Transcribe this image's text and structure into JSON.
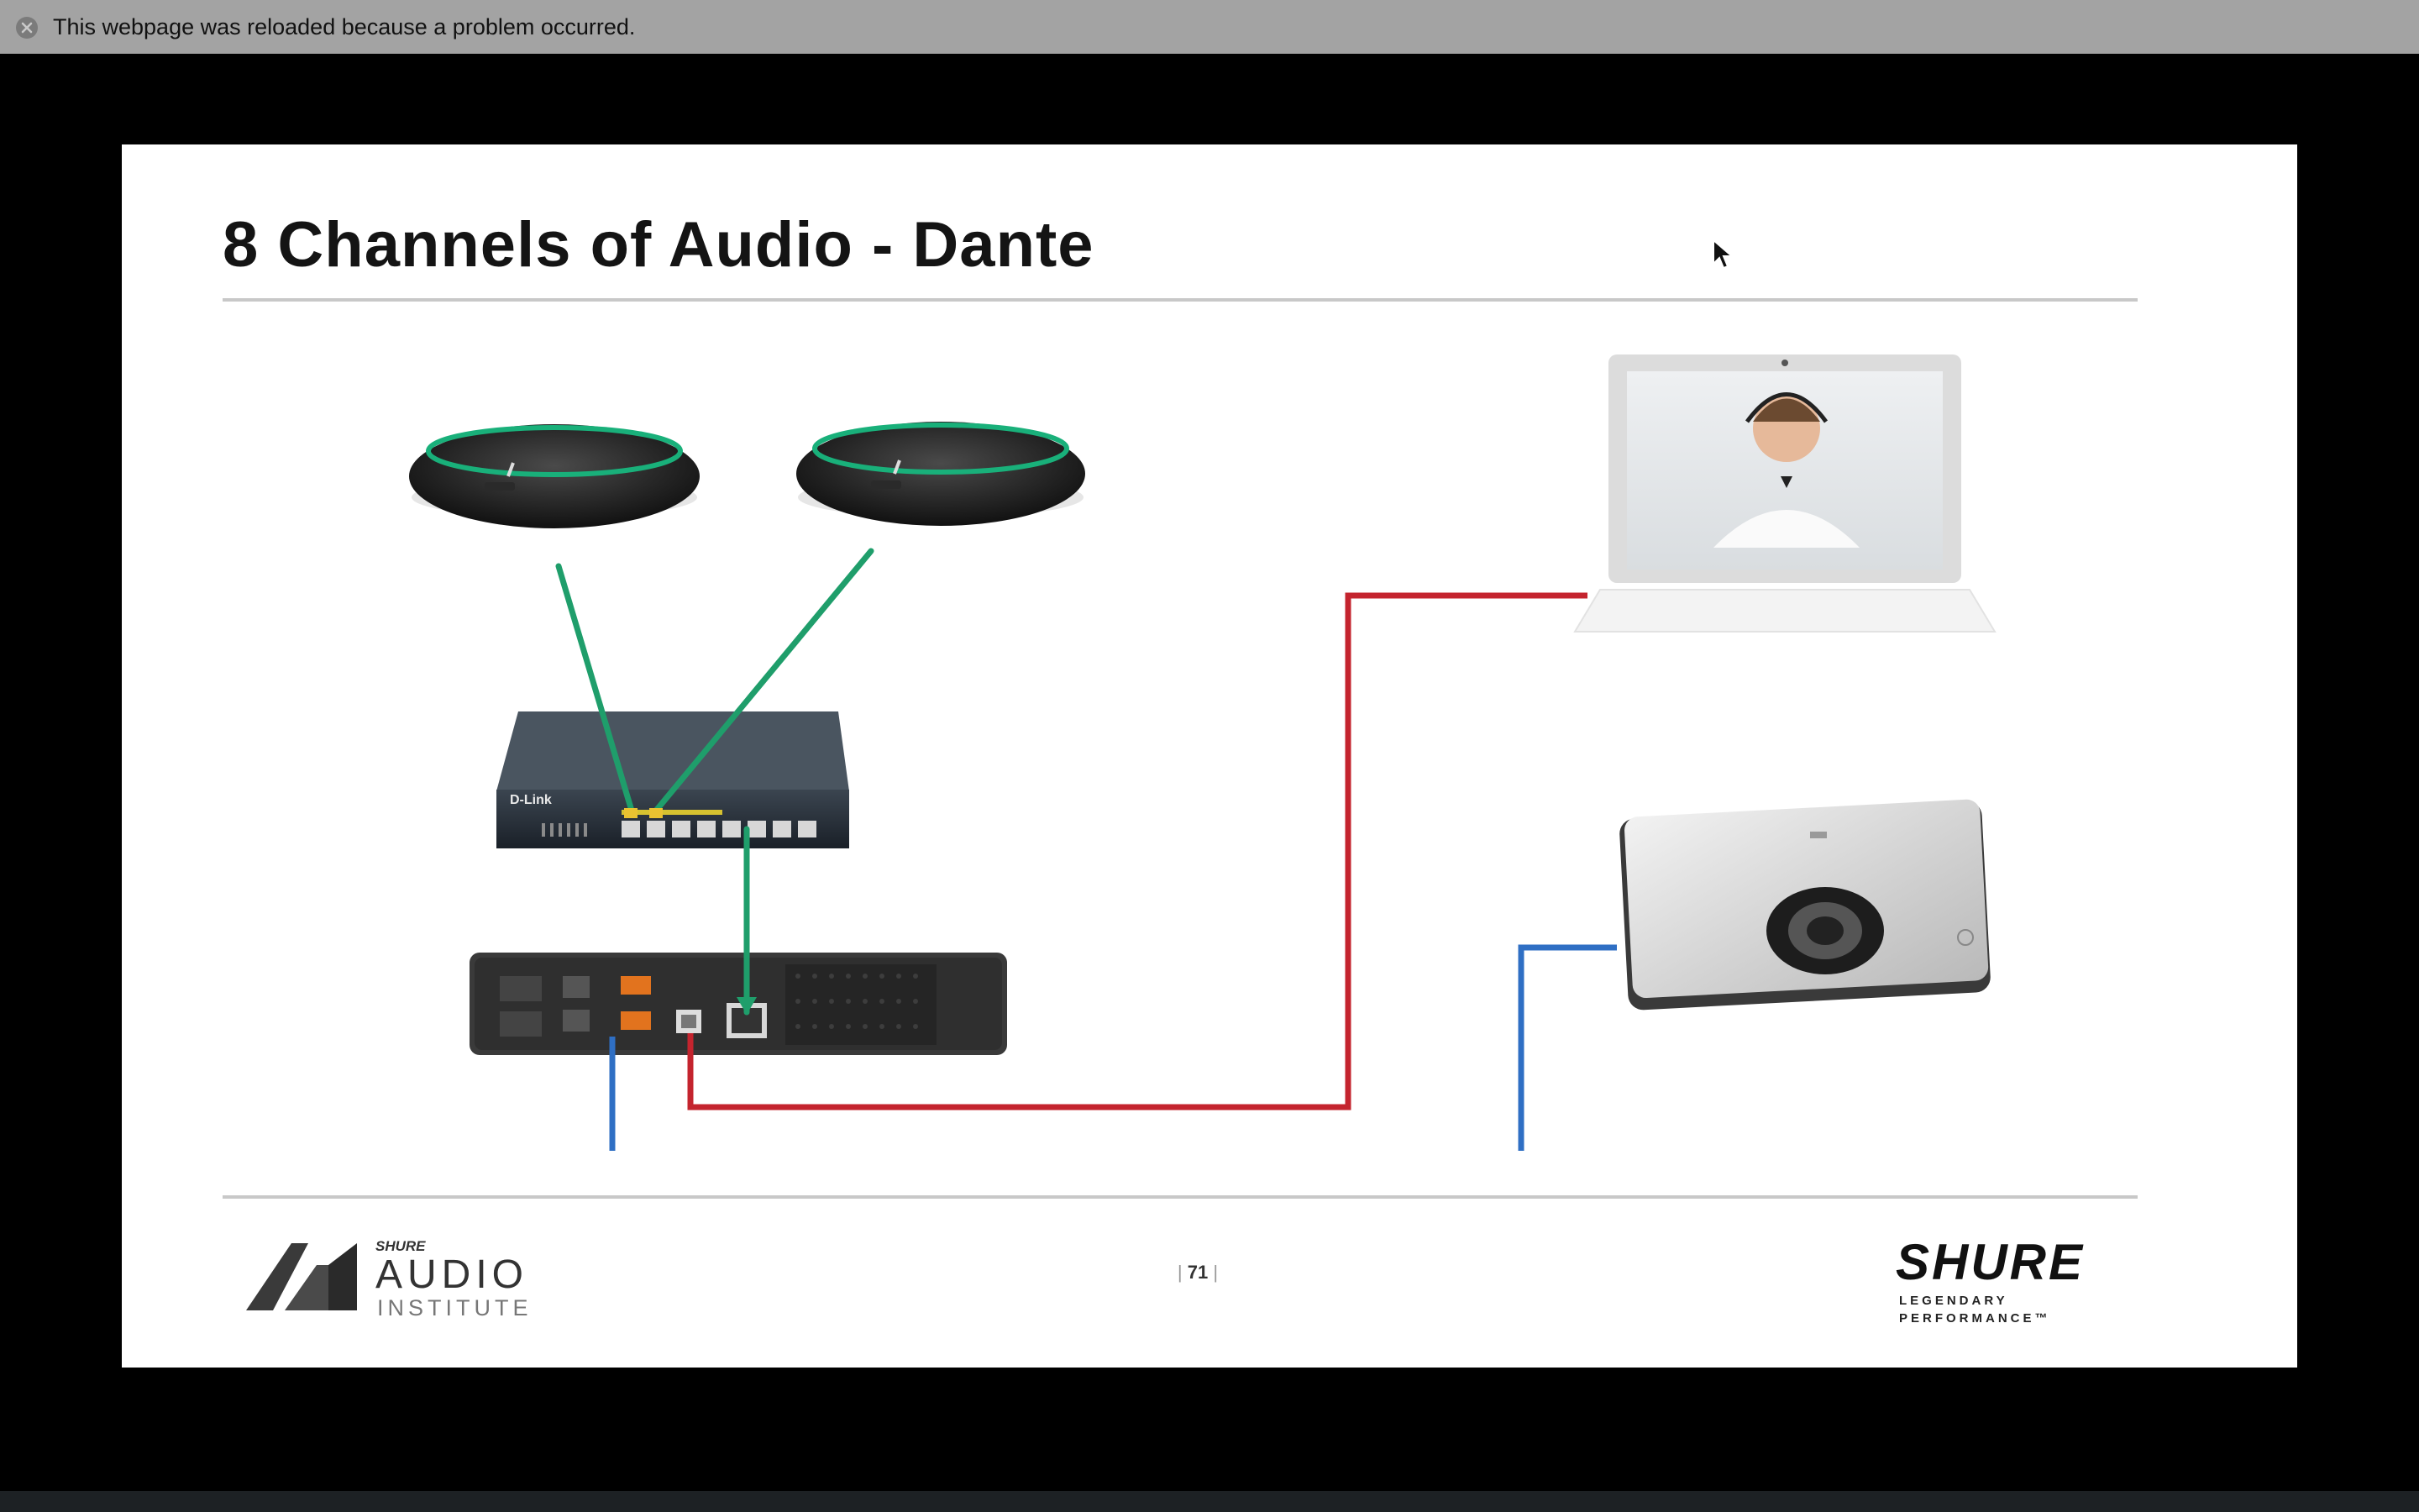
{
  "notification": {
    "message": "This webpage was reloaded because a problem occurred.",
    "close_icon": "close-circle-icon"
  },
  "slide": {
    "title": "8 Channels of Audio - Dante",
    "page_number": "71",
    "page_separator": "|"
  },
  "footer": {
    "left_logo": {
      "brand_small": "SHURE",
      "main": "AUDIO",
      "sub": "INSTITUTE"
    },
    "right_logo": {
      "wordmark": "SHURE",
      "tagline": "LEGENDARY PERFORMANCE™"
    }
  },
  "diagram": {
    "device_labels": {
      "switch_brand": "D-Link"
    },
    "colors": {
      "dante_link": "#1f9e6b",
      "usb_link": "#c4242e",
      "analog_link": "#2f6fc4",
      "mic_ring": "#19b07a"
    },
    "icons": [
      "tabletop-microphone-icon",
      "network-switch-icon",
      "audio-processor-icon",
      "laptop-video-call-icon",
      "conference-camera-icon"
    ]
  }
}
